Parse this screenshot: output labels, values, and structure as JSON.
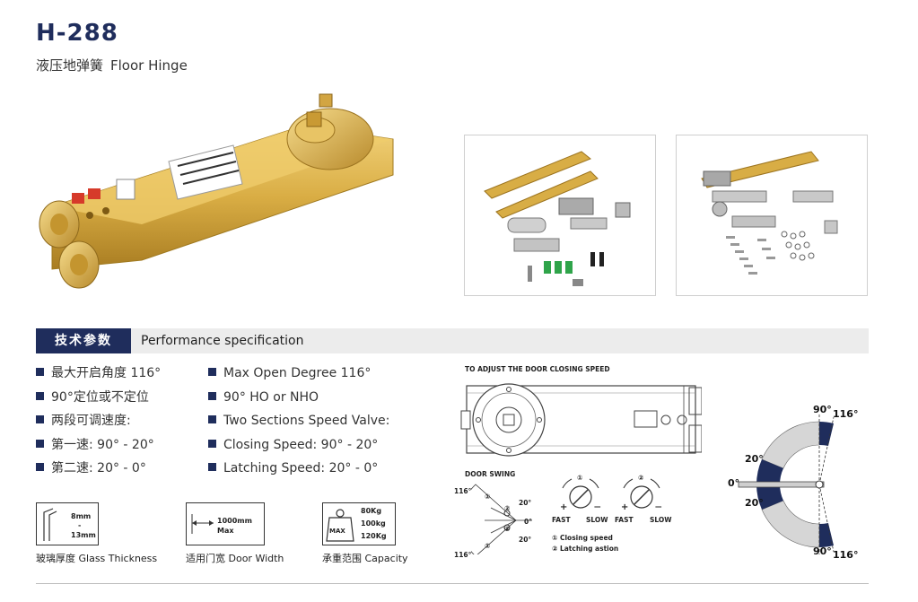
{
  "header": {
    "model": "H-288",
    "name_cn": "液压地弹簧",
    "name_en": "Floor Hinge"
  },
  "images": {
    "main_product": "floor-hinge-photo",
    "accessories_1": "accessory-kit-photo",
    "accessories_2": "accessory-kit-photo"
  },
  "spec": {
    "tag_cn": "技术参数",
    "title_en": "Performance specification",
    "features_cn": [
      "最大开启角度 116°",
      "90°定位或不定位",
      "两段可调速度:",
      "第一速: 90° - 20°",
      "第二速: 20° - 0°"
    ],
    "features_en": [
      "Max Open Degree 116°",
      "90° HO or NHO",
      "Two Sections Speed Valve:",
      "Closing Speed: 90° - 20°",
      "Latching Speed: 20° - 0°"
    ]
  },
  "icons": {
    "glass": {
      "line1": "8mm",
      "line2": "-",
      "line3": "13mm",
      "caption": "玻璃厚度 Glass Thickness"
    },
    "width": {
      "line1": "1000mm",
      "line2": "Max",
      "caption": "适用门宽 Door Width"
    },
    "capacity": {
      "badge": "MAX",
      "line1": "80Kg",
      "line2": "100kg",
      "line3": "120Kg",
      "caption": "承重范围 Capacity"
    }
  },
  "diagram": {
    "adjust_title": "TO ADJUST THE DOOR CLOSING SPEED",
    "swing_title": "DOOR SWING",
    "swing_top": "116°",
    "swing_bottom": "116°",
    "swing_marks": [
      "20°",
      "0°",
      "20°"
    ],
    "circled_1": "①",
    "circled_2": "②",
    "fast": "FAST",
    "slow": "SLOW",
    "legend_1": "① Closing speed",
    "legend_2": "② Latching astion",
    "plus": "+",
    "minus": "—"
  },
  "angles": {
    "top_90": "90°",
    "top_116": "116°",
    "upper_20": "20°",
    "zero": "0°",
    "lower_20": "20°",
    "bottom_90": "90°",
    "bottom_116": "116°"
  },
  "colors": {
    "navy": "#1f2d5c",
    "brass": "#d9b24a",
    "spec_bar": "#ececec"
  }
}
